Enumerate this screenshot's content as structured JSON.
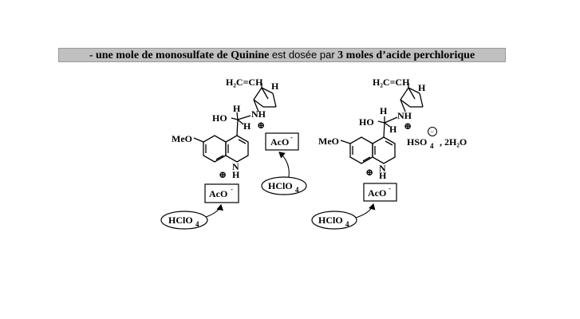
{
  "caption": {
    "part1": "- une mole de monosulfate de Quinine",
    "part2": "est dosée par",
    "part3": "3 moles d’acide perchlorique"
  },
  "left": {
    "vinyl": "H₂C=CH",
    "h_top": "H",
    "h_mid": "H",
    "h_lower": "H",
    "ho": "HO",
    "nh_top": "NH",
    "plus_top": "⊕",
    "meo": "MeO",
    "n": "N",
    "h_n": "H",
    "plus_n": "⊕"
  },
  "right": {
    "vinyl": "H₂C=CH",
    "h_top": "H",
    "h_mid": "H",
    "h_lower": "H",
    "ho": "HO",
    "nh_top": "NH",
    "plus_top": "⊕",
    "meo": "MeO",
    "n": "N",
    "h_n": "H",
    "plus_n": "⊕"
  },
  "reagents": {
    "aco1": "AcO",
    "aco2": "AcO",
    "aco3": "AcO",
    "aco_charge": "-",
    "hclo4_a": "HClO",
    "hclo4_b": "HClO",
    "hclo4_c": "HClO",
    "hclo4_sub": "4",
    "hso4": "HSO",
    "hso4_sub": "4",
    "hso4_charge": "−",
    "water": ", 2H₂O"
  }
}
